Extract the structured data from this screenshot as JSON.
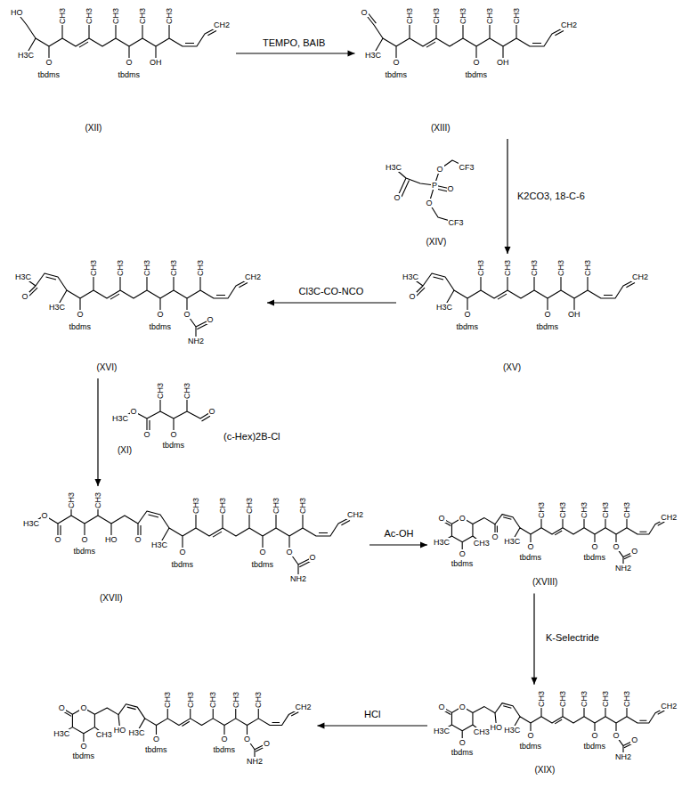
{
  "diagram": {
    "nodes": [
      {
        "text": [
          "HO",
          "H3C",
          "O",
          "tbdms",
          "CH3",
          "CH3",
          "CH3",
          "O",
          "tbdms",
          "CH3",
          "CH3",
          "OH",
          "CH2",
          "(XII)"
        ]
      },
      {
        "text": [
          "O",
          "H3C",
          "O",
          "tbdms",
          "CH3",
          "CH3",
          "CH3",
          "O",
          "tbdms",
          "CH3",
          "CH3",
          "OH",
          "CH2",
          "(XIII)"
        ]
      },
      {
        "text": [
          "H3C",
          "O",
          "P",
          "O",
          "O",
          "CF3",
          "O",
          "CF3",
          "(XIV)"
        ]
      },
      {
        "text": [
          "H3C",
          "O",
          "H3C",
          "O",
          "tbdms",
          "CH3",
          "CH3",
          "CH3",
          "O",
          "tbdms",
          "CH3",
          "CH3",
          "OH",
          "CH2",
          "(XV)"
        ]
      },
      {
        "text": [
          "H3C",
          "O",
          "H3C",
          "O",
          "tbdms",
          "CH3",
          "CH3",
          "CH3",
          "O",
          "tbdms",
          "CH3",
          "CH3",
          "O",
          "O",
          "NH2",
          "CH2",
          "(XVI)"
        ]
      },
      {
        "text": [
          "H3C",
          "O",
          "O",
          "CH3",
          "O",
          "tbdms",
          "CH3",
          "O",
          "(XI)"
        ]
      },
      {
        "text": [
          "O",
          "HO",
          "CH3",
          "O",
          "tbdms",
          "CH3",
          "O",
          "O",
          "H3C",
          "H3C",
          "O",
          "tbdms",
          "CH3",
          "CH3",
          "CH3",
          "O",
          "tbdms",
          "CH3",
          "CH3",
          "O",
          "O",
          "NH2",
          "CH2",
          "(XVII)"
        ]
      },
      {
        "text": [
          "O",
          "O",
          "O",
          "H3C",
          "O",
          "tbdms",
          "CH3",
          "H3C",
          "O",
          "tbdms",
          "CH3",
          "CH3",
          "CH3",
          "O",
          "tbdms",
          "CH3",
          "CH3",
          "O",
          "O",
          "NH2",
          "CH2",
          "(XVIII)"
        ]
      },
      {
        "text": [
          "HO",
          "O",
          "O",
          "H3C",
          "O",
          "tbdms",
          "CH3",
          "H3C",
          "O",
          "tbdms",
          "CH3",
          "CH3",
          "CH3",
          "O",
          "tbdms",
          "CH3",
          "CH3",
          "O",
          "O",
          "NH2",
          "CH2",
          "(XIX)"
        ]
      },
      {
        "text": [
          "HO",
          "O",
          "O",
          "H3C",
          "O",
          "tbdms",
          "CH3",
          "H3C",
          "O",
          "tbdms",
          "CH3",
          "CH3",
          "CH3",
          "O",
          "tbdms",
          "CH3",
          "CH3",
          "O",
          "O",
          "NH2",
          "CH2"
        ]
      }
    ],
    "edges": [
      {
        "from": 0,
        "to": 1,
        "arrow": "to",
        "label": "TEMPO, BAIB"
      },
      {
        "from": 1,
        "to": 3,
        "arrow": "to",
        "label": "K2CO3, 18-C-6"
      },
      {
        "from": 3,
        "to": 4,
        "arrow": "to",
        "label": "Cl3C-CO-NCO"
      },
      {
        "from": 4,
        "to": 6,
        "arrow": "to",
        "label": "(c-Hex)2B-Cl"
      },
      {
        "from": 6,
        "to": 7,
        "arrow": "to",
        "label": "Ac-OH"
      },
      {
        "from": 7,
        "to": 8,
        "arrow": "to",
        "label": "K-Selectride"
      },
      {
        "from": 8,
        "to": 9,
        "arrow": "to",
        "label": "HCl"
      }
    ]
  }
}
